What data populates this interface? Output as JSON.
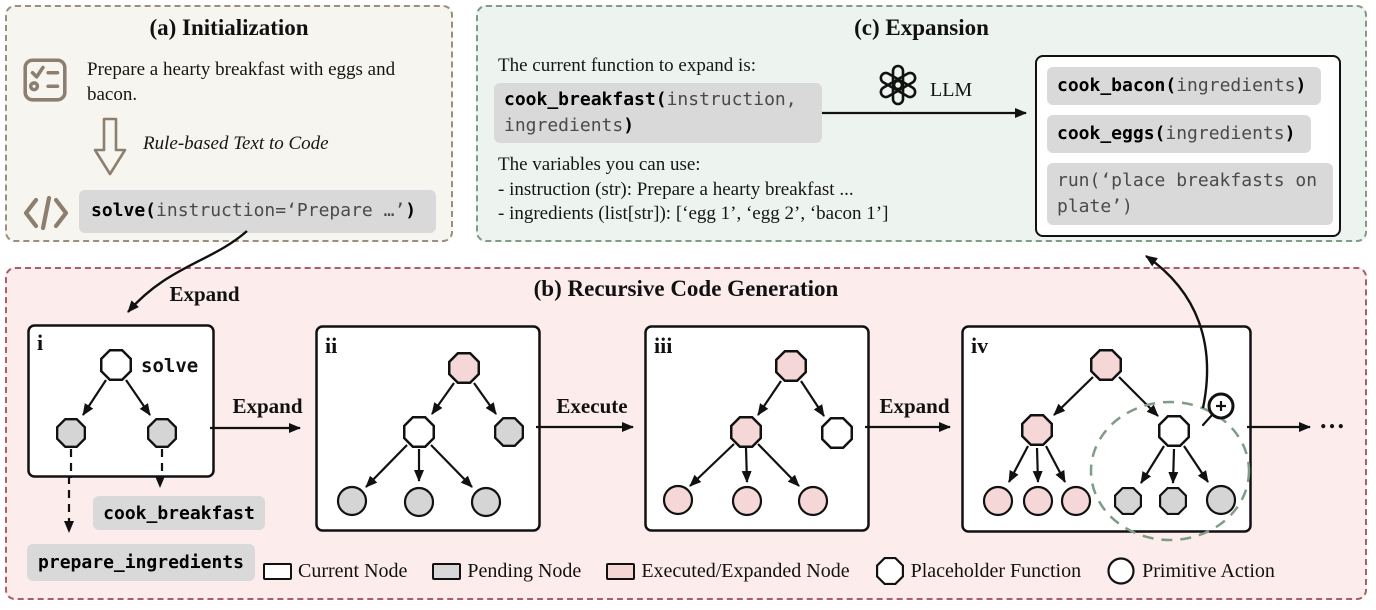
{
  "panel_a": {
    "title": "(a) Initialization",
    "instruction": "Prepare a hearty breakfast with eggs and bacon.",
    "process_label": "Rule-based Text to Code",
    "code_head": "solve(",
    "code_arg": "instruction=‘Prepare …’",
    "code_tail": ")"
  },
  "panel_c": {
    "title": "(c) Expansion",
    "prompt_intro": "The current function to expand is:",
    "fn_head": "cook_breakfast(",
    "fn_arg1": "instruction,",
    "fn_arg2": "ingredients",
    "fn_tail": ")",
    "variables_intro": "The variables you can use:",
    "var_instruction": "- instruction (str): Prepare a hearty breakfast ...",
    "var_ingredients": "- ingredients (list[str]): [‘egg 1’, ‘egg 2’, ‘bacon 1’]",
    "llm_label": "LLM",
    "out_fn1_head": "cook_bacon(",
    "out_fn1_arg": "ingredients",
    "out_fn1_tail": ")",
    "out_fn2_head": "cook_eggs(",
    "out_fn2_arg": "ingredients",
    "out_fn2_tail": ")",
    "out_fn3_line1": "run(‘place breakfasts on",
    "out_fn3_line2": "plate’)"
  },
  "panel_b": {
    "title": "(b) Recursive Code Generation",
    "expand_in_label": "Expand",
    "arrow_labels": [
      "Expand",
      "Execute",
      "Expand"
    ],
    "ellipsis": "…",
    "root_label": "solve",
    "steps": [
      "i",
      "ii",
      "iii",
      "iv"
    ],
    "chip_cook_breakfast": "cook_breakfast",
    "chip_prepare_ingredients": "prepare_ingredients",
    "legend": [
      {
        "swatch": "rect-white",
        "label": "Current Node"
      },
      {
        "swatch": "rect-gray",
        "label": "Pending Node"
      },
      {
        "swatch": "rect-pink",
        "label": "Executed/Expanded Node"
      },
      {
        "swatch": "octagon",
        "label": "Placeholder Function"
      },
      {
        "swatch": "circle",
        "label": "Primitive Action"
      }
    ],
    "trees": {
      "i": {
        "root": "octagon:current:solve",
        "children": [
          "octagon:pending",
          "octagon:pending"
        ]
      },
      "ii": {
        "root": "octagon:executed",
        "left": "octagon:current",
        "right": "octagon:pending",
        "left_leaves": [
          "circle:pending",
          "circle:pending",
          "circle:pending"
        ]
      },
      "iii": {
        "root": "octagon:executed",
        "left": "octagon:executed",
        "right": "octagon:current",
        "left_leaves": [
          "circle:executed",
          "circle:executed",
          "circle:executed"
        ]
      },
      "iv": {
        "root": "octagon:executed",
        "left": "octagon:executed",
        "right": "octagon:current",
        "left_leaves": [
          "circle:executed",
          "circle:executed",
          "circle:executed"
        ],
        "right_leaves": [
          "octagon:pending",
          "octagon:pending",
          "circle:pending"
        ]
      }
    }
  },
  "colors": {
    "panel_a_bg": "#f7f5ef",
    "panel_a_border": "#9a8e7d",
    "panel_c_bg": "#edf3ee",
    "panel_c_border": "#7e9c86",
    "panel_b_bg": "#fdecec",
    "panel_b_border": "#a55f6d",
    "chip_bg": "#d9d9d9",
    "node_current": "#ffffff",
    "node_pending": "#d5d5d5",
    "node_executed": "#f6d7d7",
    "icon_brown": "#8d7f6f",
    "ellipse_green": "#7e9c86"
  },
  "icons": [
    "task-checklist-icon",
    "rule-arrow-down-icon",
    "code-icon",
    "openai-llm-icon",
    "zoom-in-icon"
  ]
}
